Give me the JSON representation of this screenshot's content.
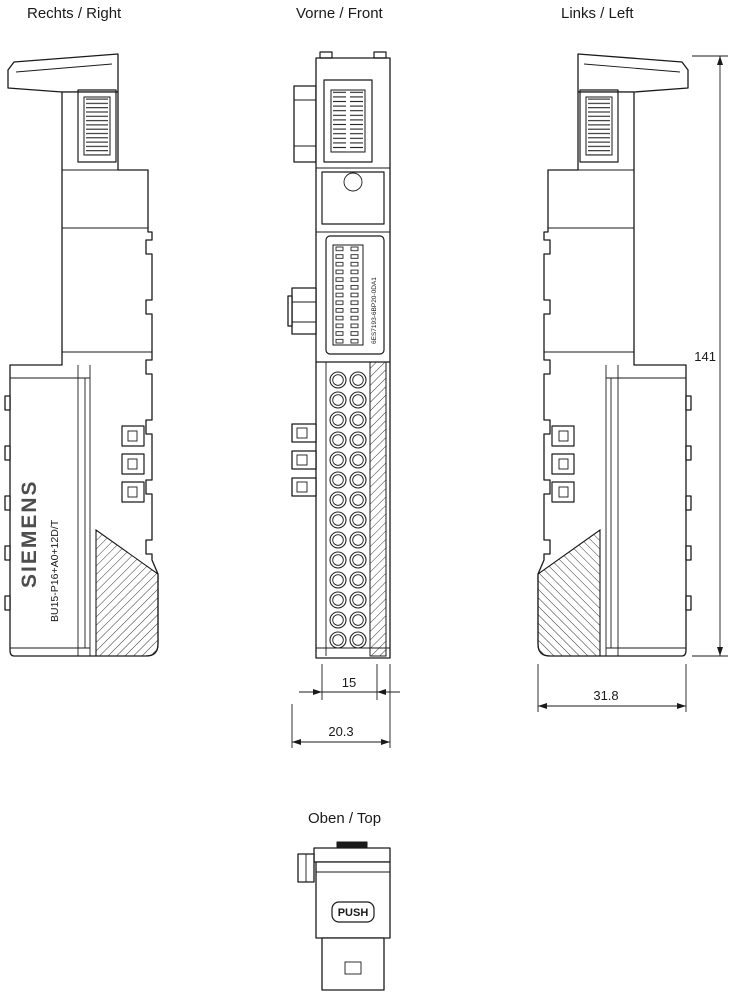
{
  "labels": {
    "right_view": "Rechts / Right",
    "front_view": "Vorne / Front",
    "left_view": "Links / Left",
    "top_view": "Oben / Top"
  },
  "module": {
    "brand": "SIEMENS",
    "model": "BU15-P16+A0+12D/T",
    "part_number": "6ES7193-6BP20-0DA1",
    "push_button": "PUSH"
  },
  "dimensions": {
    "total_height_mm": "141",
    "terminal_pitch_mm": "15",
    "front_width_mm": "20.3",
    "side_depth_mm": "31.8"
  },
  "colors": {
    "line": "#1a1a1a",
    "brand_text": "#4d4d4d",
    "background": "#ffffff"
  }
}
